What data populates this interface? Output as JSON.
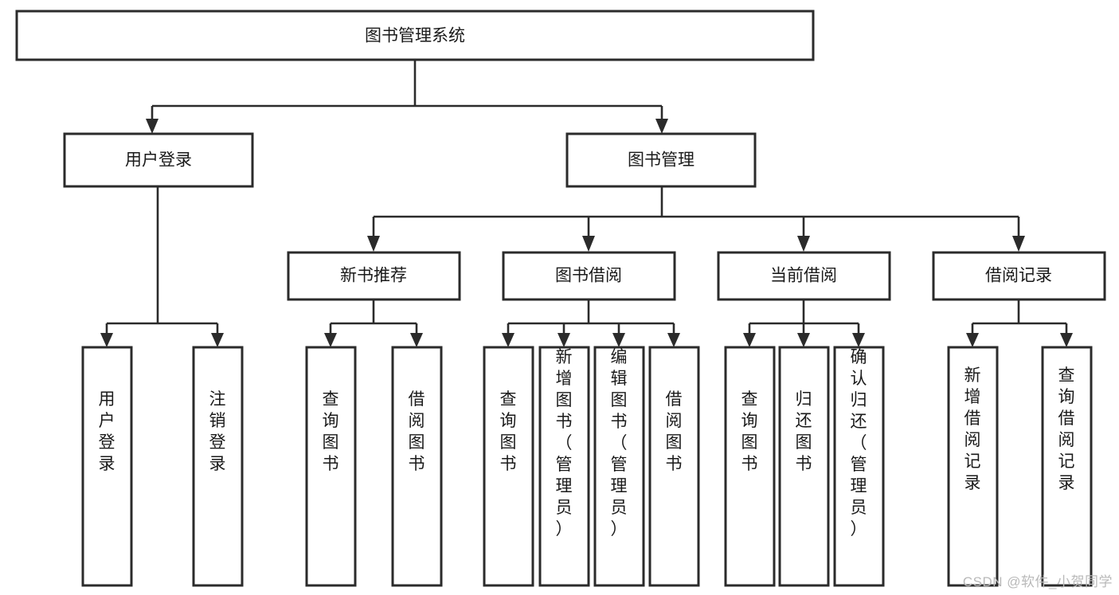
{
  "diagram": {
    "type": "tree",
    "title": "图书管理系统",
    "watermark": "CSDN @软件_小贺同学",
    "colors": {
      "box_stroke": "#2b2b2b",
      "box_fill": "#ffffff",
      "text": "#1a1a1a",
      "connector": "#2b2b2b",
      "watermark": "#b9b9b9",
      "background": "#ffffff"
    },
    "root": {
      "label": "图书管理系统"
    },
    "level2": [
      {
        "label": "用户登录"
      },
      {
        "label": "图书管理"
      }
    ],
    "level3": [
      {
        "label": "新书推荐"
      },
      {
        "label": "图书借阅"
      },
      {
        "label": "当前借阅"
      },
      {
        "label": "借阅记录"
      }
    ],
    "leaves": {
      "user_login": [
        {
          "label": "用户登录"
        },
        {
          "label": "注销登录"
        }
      ],
      "new_book_recommend": [
        {
          "label": "查询图书"
        },
        {
          "label": "借阅图书"
        }
      ],
      "book_borrow": [
        {
          "label": "查询图书"
        },
        {
          "label": "新增图书（管理员）"
        },
        {
          "label": "编辑图书（管理员）"
        },
        {
          "label": "借阅图书"
        }
      ],
      "current_borrow": [
        {
          "label": "查询图书"
        },
        {
          "label": "归还图书"
        },
        {
          "label": "确认归还（管理员）"
        }
      ],
      "borrow_records": [
        {
          "label": "新增借阅记录"
        },
        {
          "label": "查询借阅记录"
        }
      ]
    }
  }
}
